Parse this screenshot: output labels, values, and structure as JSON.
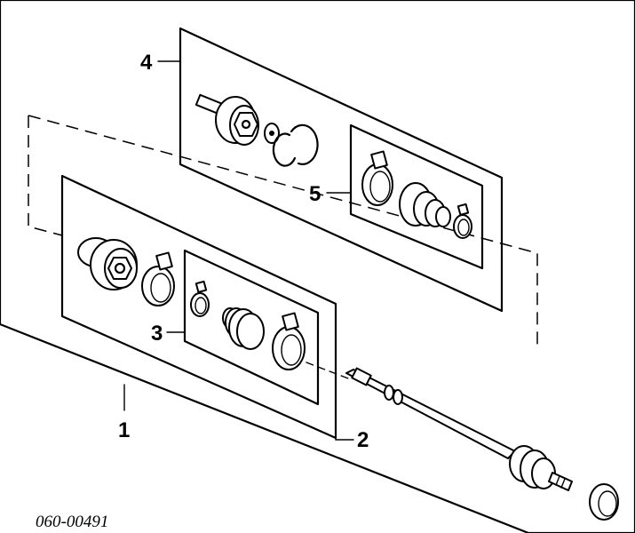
{
  "callouts": {
    "c1": "1",
    "c2": "2",
    "c3": "3",
    "c4": "4",
    "c5": "5"
  },
  "part_code": "060-00491"
}
